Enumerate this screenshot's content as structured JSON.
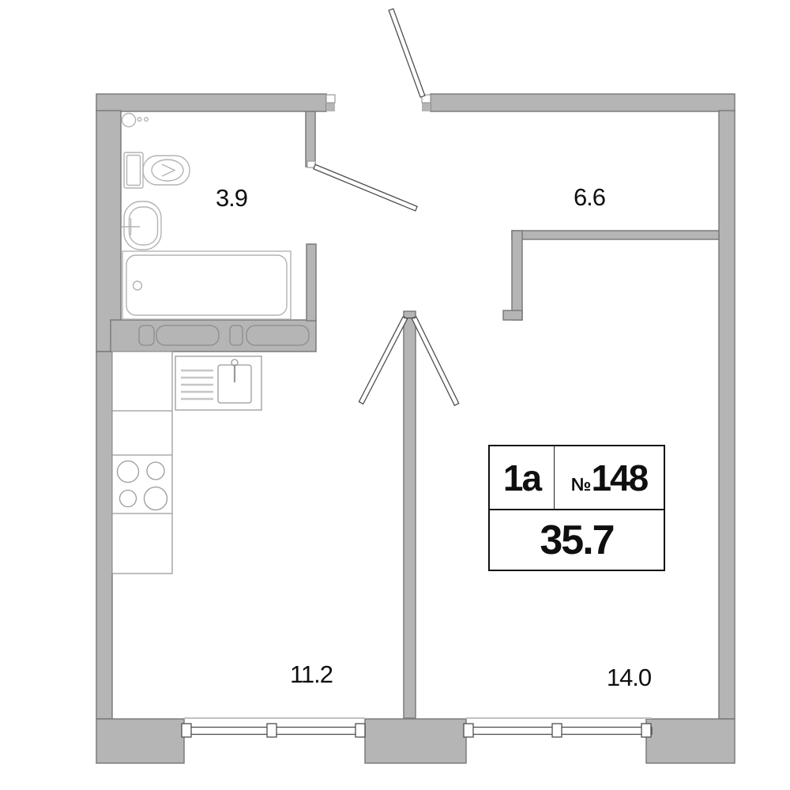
{
  "rooms": {
    "bathroom": {
      "area": "3.9"
    },
    "hallway": {
      "area": "6.6"
    },
    "kitchen_living": {
      "area": "11.2"
    },
    "bedroom": {
      "area": "14.0"
    }
  },
  "info_box": {
    "layout_type": "1a",
    "unit_number_sign": "№",
    "unit_number": "148",
    "total_area": "35.7"
  },
  "colors": {
    "background": "#ffffff",
    "wall_fill": "#b5b5b5",
    "wall_stroke": "#7b7b7b",
    "fixture_stroke": "#b3b3b3",
    "kitchen_stroke": "#9a9a9a",
    "door_window_stroke": "#4f4f4f",
    "text": "#0f0f0f"
  }
}
